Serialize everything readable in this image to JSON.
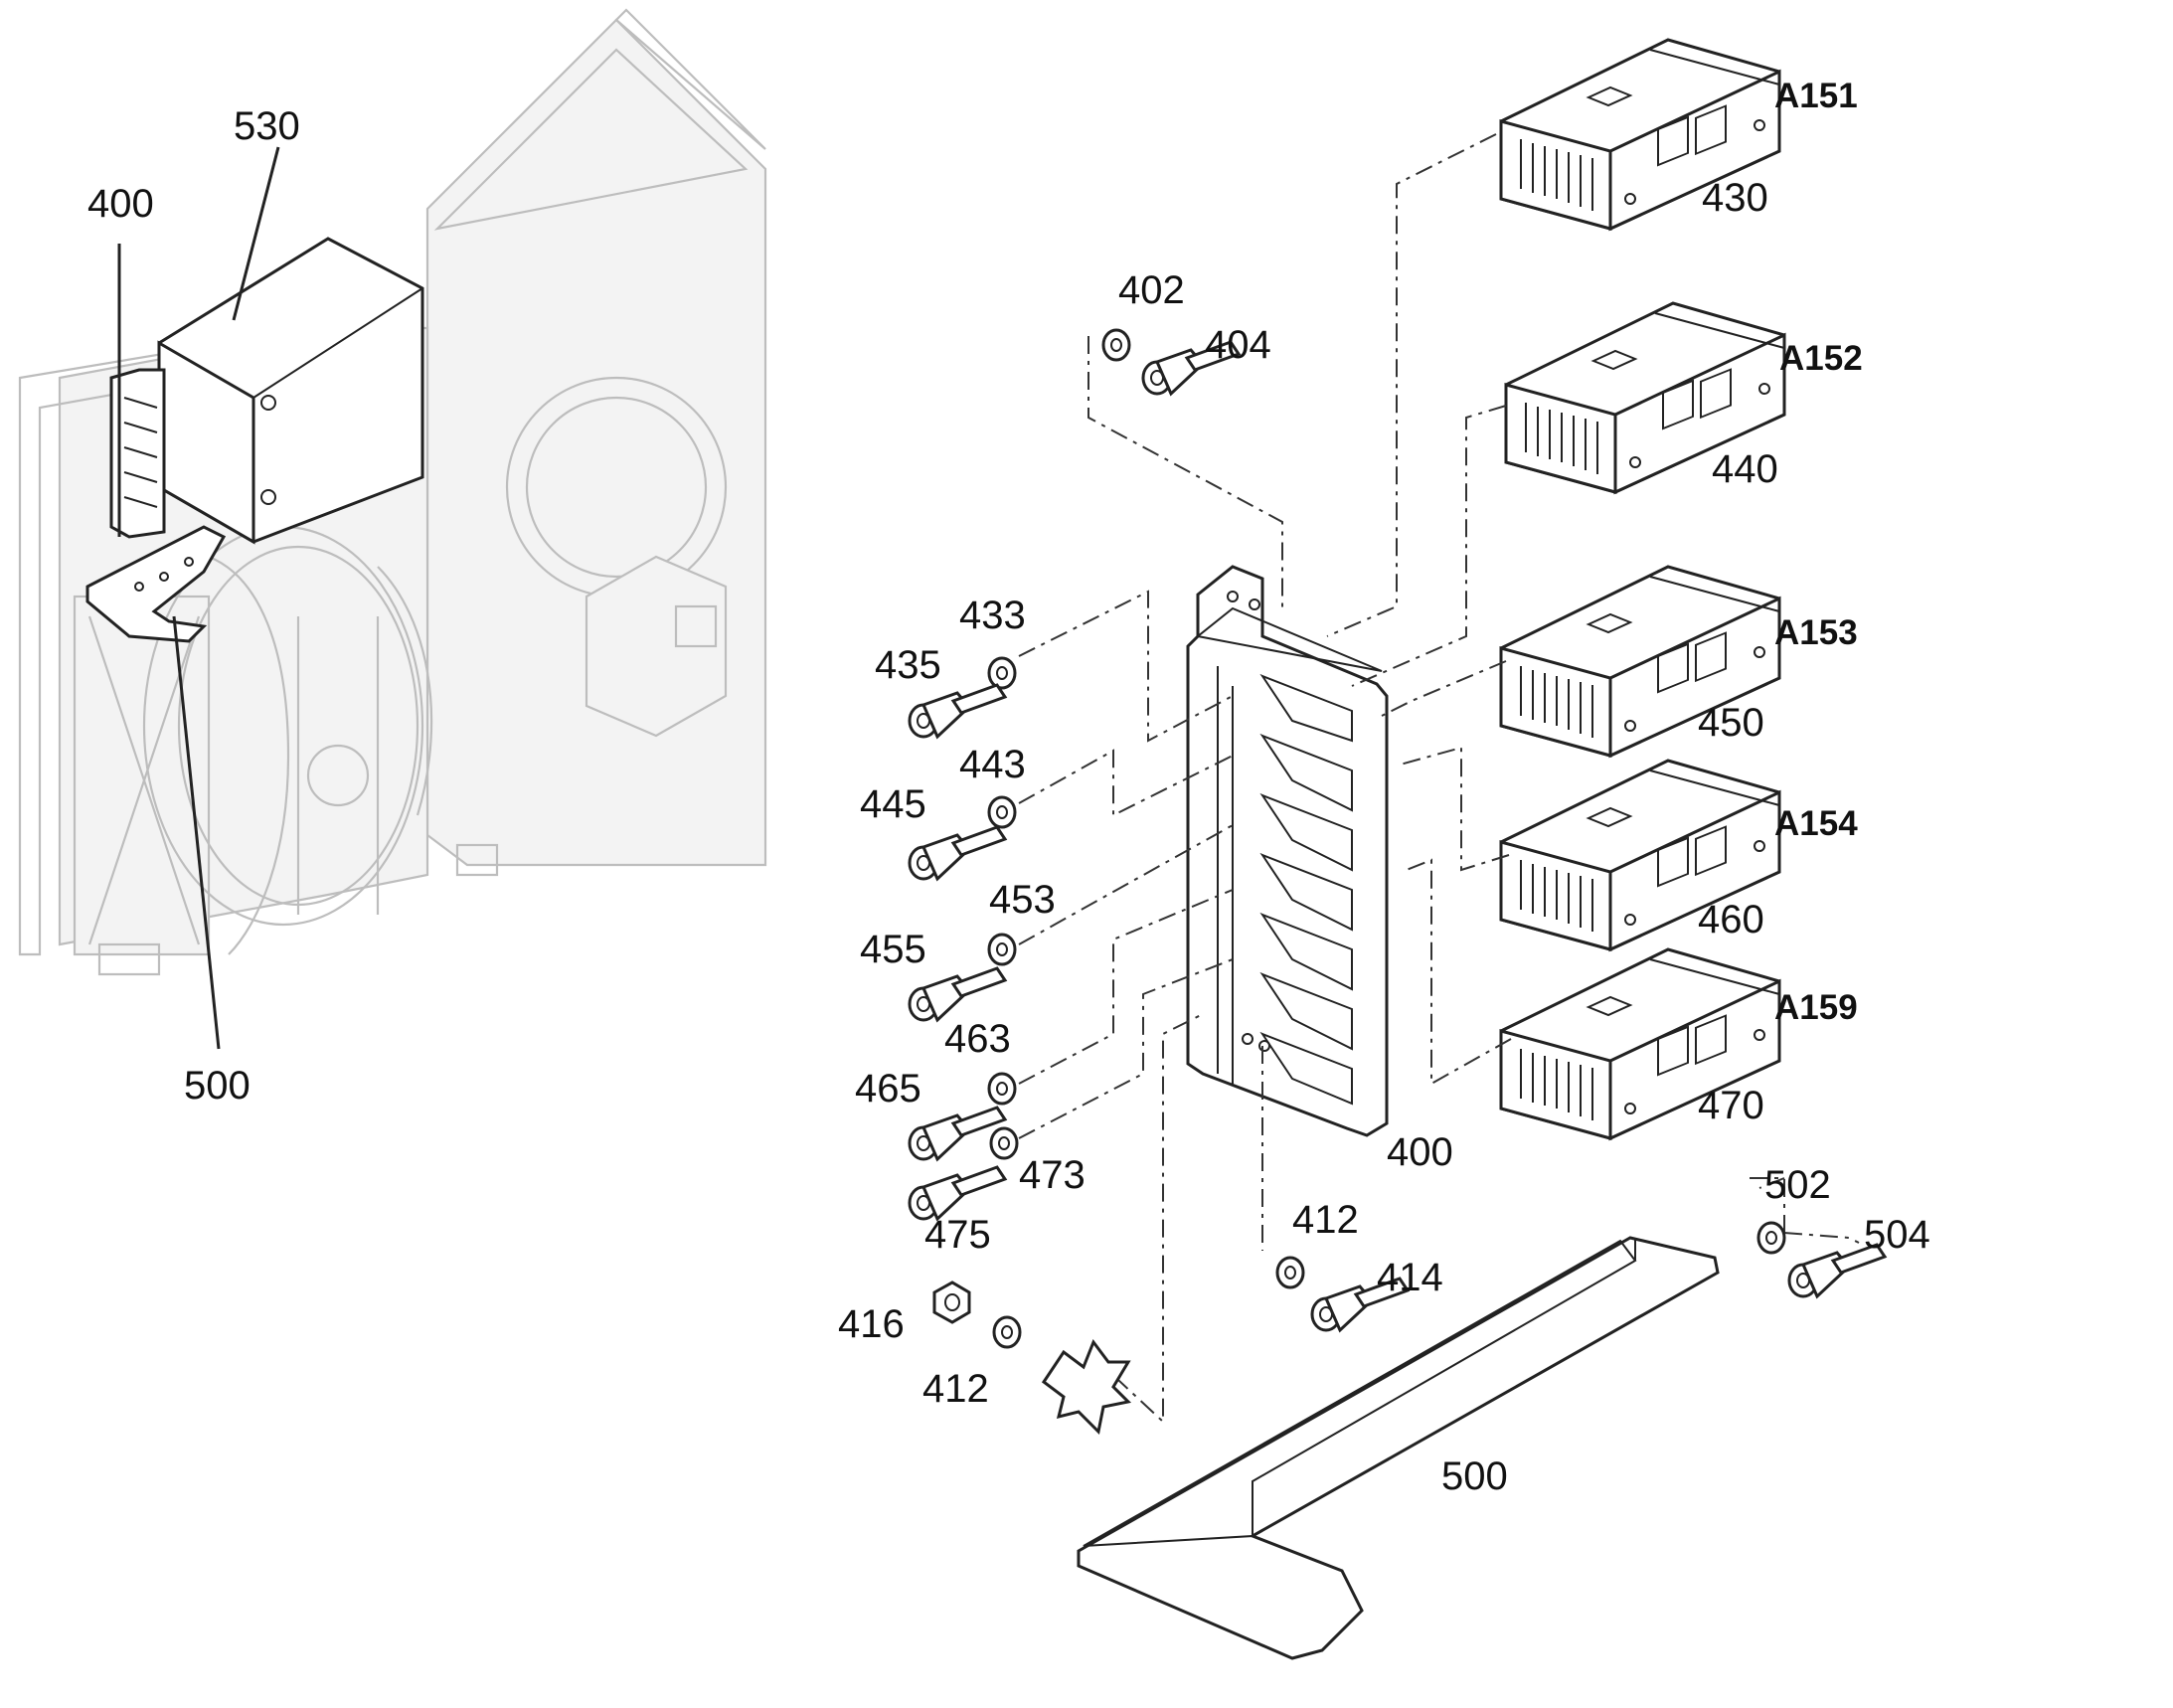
{
  "callouts": {
    "overview": {
      "c400": "400",
      "c530": "530",
      "c500": "500"
    },
    "modules": [
      {
        "code": "A151",
        "part": "430"
      },
      {
        "code": "A152",
        "part": "440"
      },
      {
        "code": "A153",
        "part": "450"
      },
      {
        "code": "A154",
        "part": "460"
      },
      {
        "code": "A159",
        "part": "470"
      }
    ],
    "fasteners": {
      "f402": "402",
      "f404": "404",
      "f433": "433",
      "f435": "435",
      "f443": "443",
      "f445": "445",
      "f453": "453",
      "f455": "455",
      "f463": "463",
      "f465": "465",
      "f473": "473",
      "f475": "475",
      "f412a": "412",
      "f414": "414",
      "f416": "416",
      "f412b": "412",
      "f502": "502",
      "f504": "504"
    },
    "brackets": {
      "b400": "400",
      "b500": "500"
    }
  }
}
